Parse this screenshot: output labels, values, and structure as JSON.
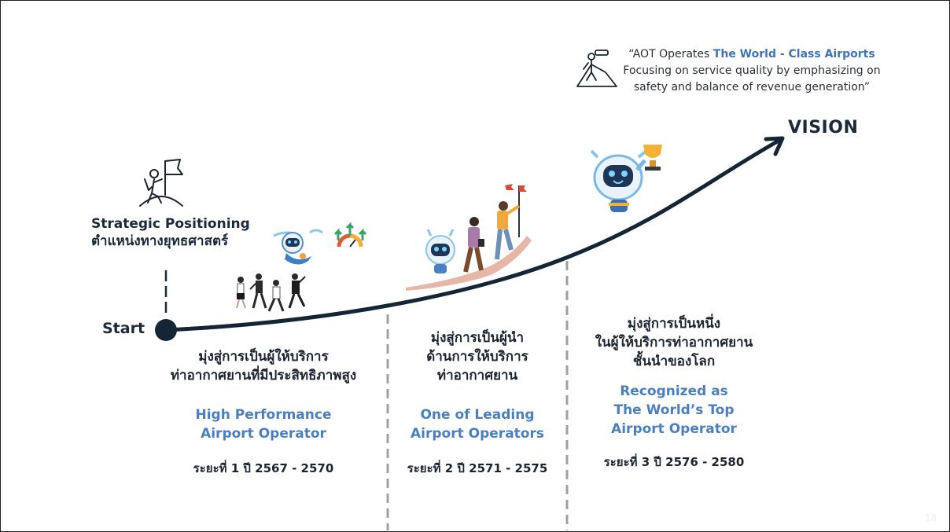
{
  "quote": {
    "line1_prefix": "“AOT Operates ",
    "line1_highlight": "The World - Class Airports",
    "line2": "Focusing on service quality by emphasizing on",
    "line3": "safety and balance of revenue generation”"
  },
  "vision_label": "VISION",
  "start_label": "Start",
  "strategic": {
    "title_en": "Strategic Positioning",
    "title_th": "ตำแหน่งทางยุทธศาสตร์"
  },
  "phases": [
    {
      "thai": [
        "มุ่งสู่การเป็นผู้ให้บริการ",
        "ท่าอากาศยานที่มีประสิทธิภาพสูง"
      ],
      "english": [
        "High Performance",
        "Airport Operator"
      ],
      "period": "ระยะที่ 1 ปี 2567 - 2570"
    },
    {
      "thai": [
        "มุ่งสู่การเป็นผู้นำ",
        "ด้านการให้บริการ",
        "ท่าอากาศยาน"
      ],
      "english": [
        "One of Leading",
        "Airport Operators"
      ],
      "period": "ระยะที่ 2 ปี 2571 - 2575"
    },
    {
      "thai": [
        "มุ่งสู่การเป็นหนึ่ง",
        "ในผู้ให้บริการท่าอากาศยาน",
        "ชั้นนำของโลก"
      ],
      "english": [
        "Recognized as",
        "The World’s Top",
        "Airport Operator"
      ],
      "period": "ระยะที่ 3 ปี 2576 - 2580"
    }
  ],
  "page_number": "18",
  "colors": {
    "navy": "#1b2a3a",
    "accent_blue": "#4a7fc0",
    "divider_gray": "#a0a0a0"
  },
  "icons": [
    "climber-flag-icon",
    "binoculars-mountain-icon",
    "runners-illustration",
    "mascot-robot-flying",
    "growth-gauge-icon",
    "team-climbing-illustration",
    "mascot-robot-trophy"
  ]
}
